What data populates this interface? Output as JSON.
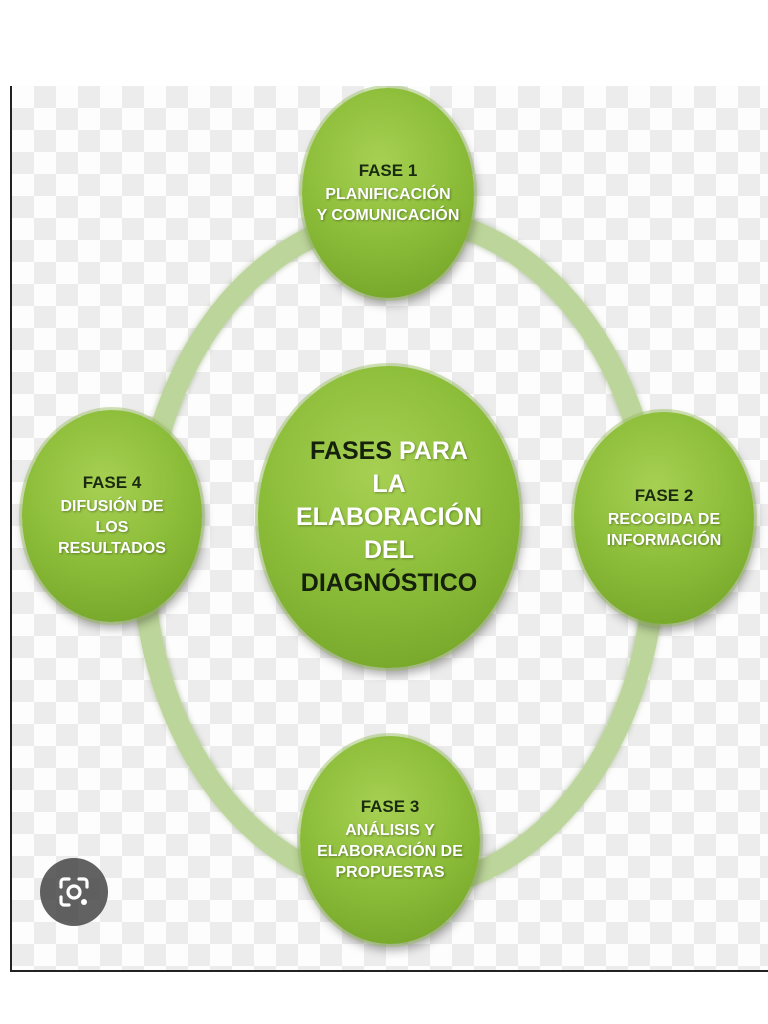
{
  "diagram": {
    "center": {
      "word1": "FASES",
      "word2": "PARA",
      "line2": "LA",
      "line3": "ELABORACIÓN",
      "line4": "DEL",
      "line5": "DIAGNÓSTICO"
    },
    "phases": [
      {
        "title": "FASE 1",
        "lines": [
          "PLANIFICACIÓN",
          "Y COMUNICACIÓN"
        ]
      },
      {
        "title": "FASE 2",
        "lines": [
          "RECOGIDA DE",
          "INFORMACIÓN"
        ]
      },
      {
        "title": "FASE 3",
        "lines": [
          "ANÁLISIS Y",
          "ELABORACIÓN DE",
          "PROPUESTAS"
        ]
      },
      {
        "title": "FASE 4",
        "lines": [
          "DIFUSIÓN DE",
          "LOS",
          "RESULTADOS"
        ]
      }
    ]
  },
  "colors": {
    "node_green": "#8dbe3a",
    "ring_green": "#bcd59a",
    "title_dark": "#1b2b10",
    "text_white": "#ffffff"
  },
  "overlay": {
    "icon": "google-lens-icon"
  }
}
